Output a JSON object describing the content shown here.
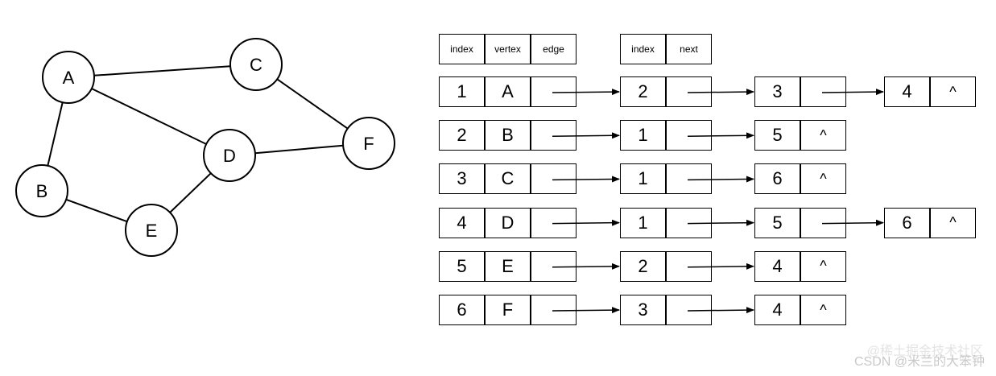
{
  "graph": {
    "nodes": [
      {
        "id": "A",
        "label": "A"
      },
      {
        "id": "B",
        "label": "B"
      },
      {
        "id": "C",
        "label": "C"
      },
      {
        "id": "D",
        "label": "D"
      },
      {
        "id": "E",
        "label": "E"
      },
      {
        "id": "F",
        "label": "F"
      }
    ],
    "edges": [
      [
        "A",
        "C"
      ],
      [
        "A",
        "B"
      ],
      [
        "A",
        "D"
      ],
      [
        "C",
        "F"
      ],
      [
        "D",
        "F"
      ],
      [
        "D",
        "E"
      ],
      [
        "B",
        "E"
      ]
    ]
  },
  "vertex_table": {
    "headers": [
      "index",
      "vertex",
      "edge"
    ],
    "rows": [
      {
        "index": "1",
        "vertex": "A"
      },
      {
        "index": "2",
        "vertex": "B"
      },
      {
        "index": "3",
        "vertex": "C"
      },
      {
        "index": "4",
        "vertex": "D"
      },
      {
        "index": "5",
        "vertex": "E"
      },
      {
        "index": "6",
        "vertex": "F"
      }
    ]
  },
  "edge_node_headers": [
    "index",
    "next"
  ],
  "adjacency": [
    [
      "2",
      "3",
      "4"
    ],
    [
      "1",
      "5"
    ],
    [
      "1",
      "6"
    ],
    [
      "1",
      "5",
      "6"
    ],
    [
      "2",
      "4"
    ],
    [
      "3",
      "4"
    ]
  ],
  "null_symbol": "^",
  "watermark": {
    "front": "CSDN @米兰的大笨钟",
    "back": "@稀土掘金技术社区"
  }
}
